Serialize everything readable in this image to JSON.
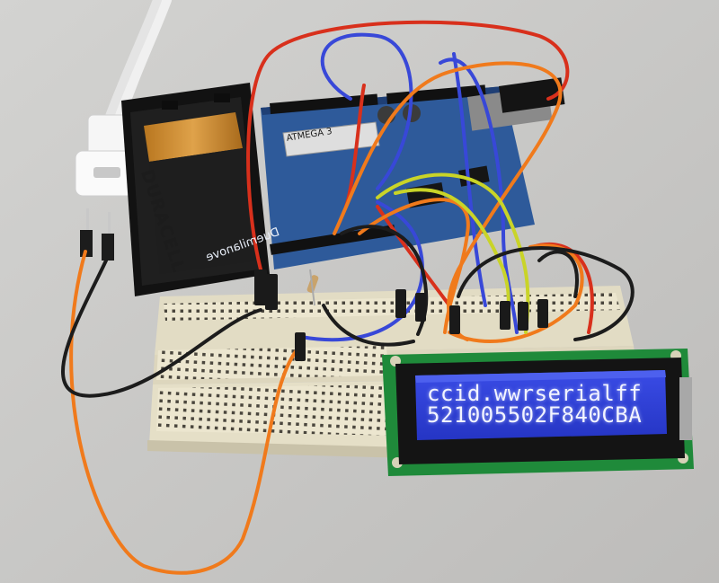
{
  "photo": {
    "lcd": {
      "line1": "ccid.wwrserialff",
      "line2": "521005502F840CBA",
      "backlight_color": "#2f3fd6",
      "pcb_color": "#1f8a3a"
    },
    "battery": {
      "brand": "DURACELL",
      "body_color": "#1e1e1e",
      "top_color": "#c98a2c"
    },
    "microcontroller": {
      "chip_label": "ATMEGA 3",
      "board_label": "Duemilanove",
      "board_color": "#2e5a9a"
    },
    "breadboard": {
      "color": "#ece6cf"
    },
    "wire_colors": {
      "red": "#d8301c",
      "blue": "#3848d8",
      "orange": "#f07a1c",
      "yellow": "#c9d428",
      "black": "#1c1c1c",
      "white": "#f2f2f2"
    }
  }
}
